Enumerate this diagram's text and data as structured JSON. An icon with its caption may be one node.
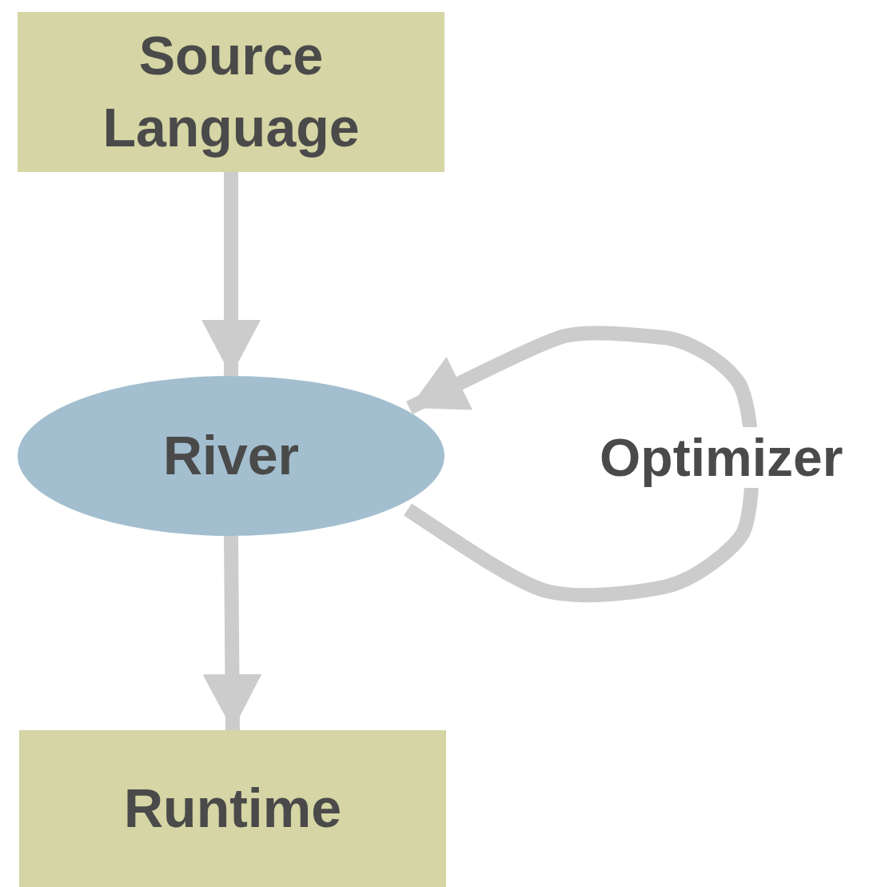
{
  "diagram": {
    "nodes": [
      {
        "text": [
          "Source Language"
        ]
      },
      {
        "text": [
          "River"
        ]
      },
      {
        "text": [
          "Runtime"
        ]
      }
    ],
    "edges": [
      {
        "from": 0,
        "to": 1,
        "arrow": "to"
      },
      {
        "from": 1,
        "to": 1,
        "arrow": "to",
        "label": "Optimizer"
      },
      {
        "from": 1,
        "to": 2,
        "arrow": "to"
      }
    ]
  }
}
